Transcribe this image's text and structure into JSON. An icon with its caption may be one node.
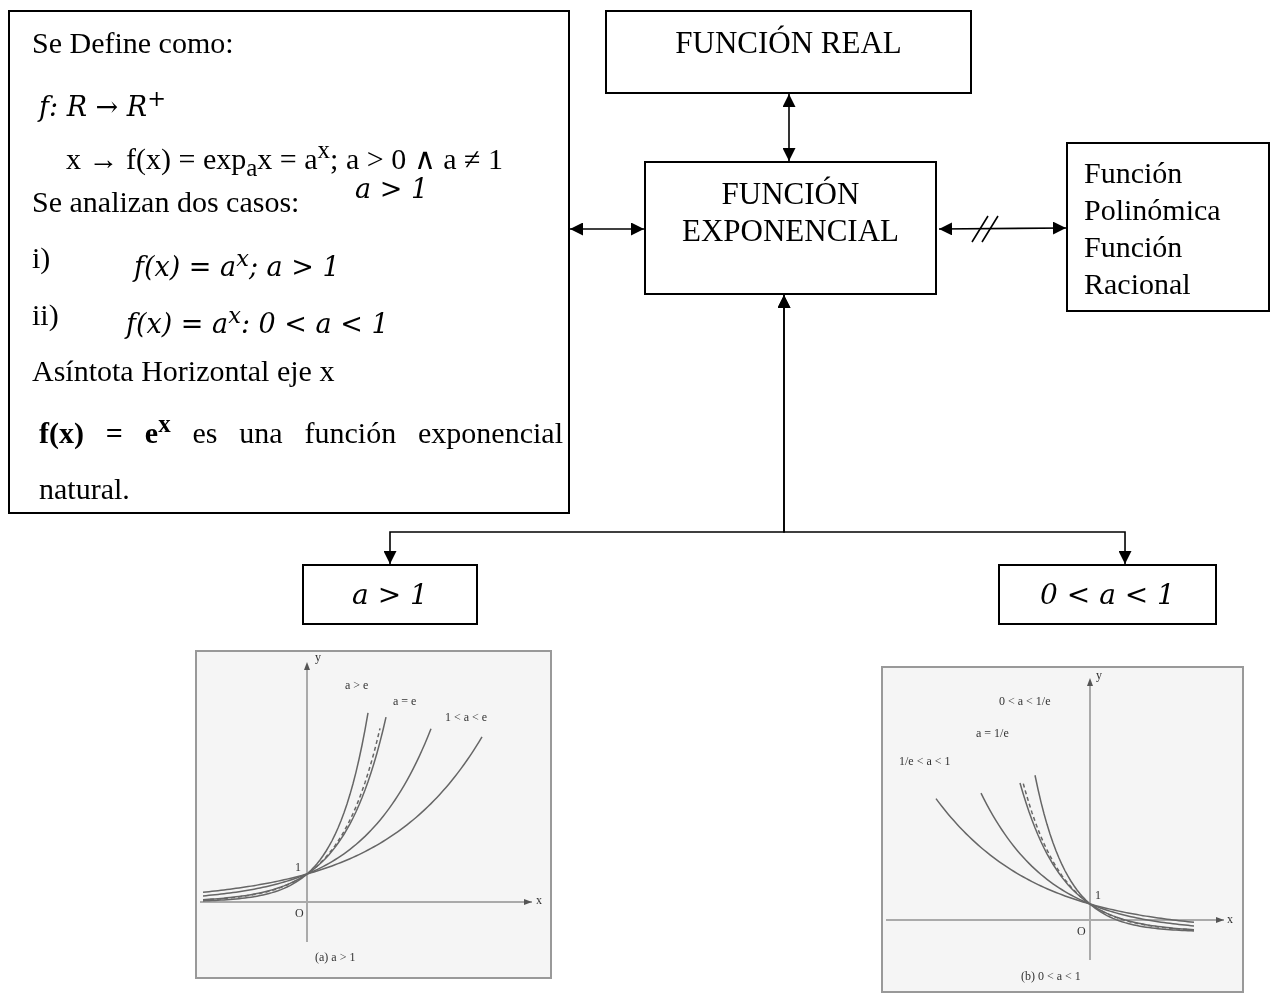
{
  "diagram": {
    "nodes": [
      {
        "text": [
          "Se Define como:",
          "f: R → R$^{+}$",
          "x → f(x) = exp$_{a}$x = a$^{x}$; a > 0 ∧ a ≠ 1",
          "a > 1",
          "Se analizan dos casos:",
          "i)",
          "f(x) = a$^{x}$; a > 1",
          "ii)",
          "f(x) = a$^{x}$: 0 < a < 1",
          "Asíntota Horizontal eje x",
          "**f(x) = e$^{x}$** es una función exponencial natural."
        ]
      },
      {
        "text": [
          "FUNCIÓN REAL"
        ]
      },
      {
        "text": [
          "FUNCIÓN EXPONENCIAL"
        ]
      },
      {
        "text": [
          "Función Polinómica",
          "Función Racional"
        ]
      },
      {
        "text": [
          "a > 1"
        ]
      },
      {
        "text": [
          "0 < a < 1"
        ]
      }
    ],
    "edges": [
      {
        "from": 1,
        "to": 2,
        "arrow": "both"
      },
      {
        "from": 0,
        "to": 2,
        "arrow": "both"
      },
      {
        "from": 2,
        "to": 3,
        "arrow": "both"
      },
      {
        "from": 2,
        "to": 4,
        "arrow": "both"
      },
      {
        "from": 2,
        "to": 5,
        "arrow": "both"
      }
    ],
    "labels": [
      "y",
      "a > e",
      "a = e",
      "1 < a < e",
      "1",
      "O",
      "x",
      "(a) a > 1",
      "0 < a < 1/e",
      "a = 1/e",
      "1/e < a < 1",
      "y",
      "1",
      "O",
      "x",
      "(b) 0 < a < 1"
    ]
  }
}
